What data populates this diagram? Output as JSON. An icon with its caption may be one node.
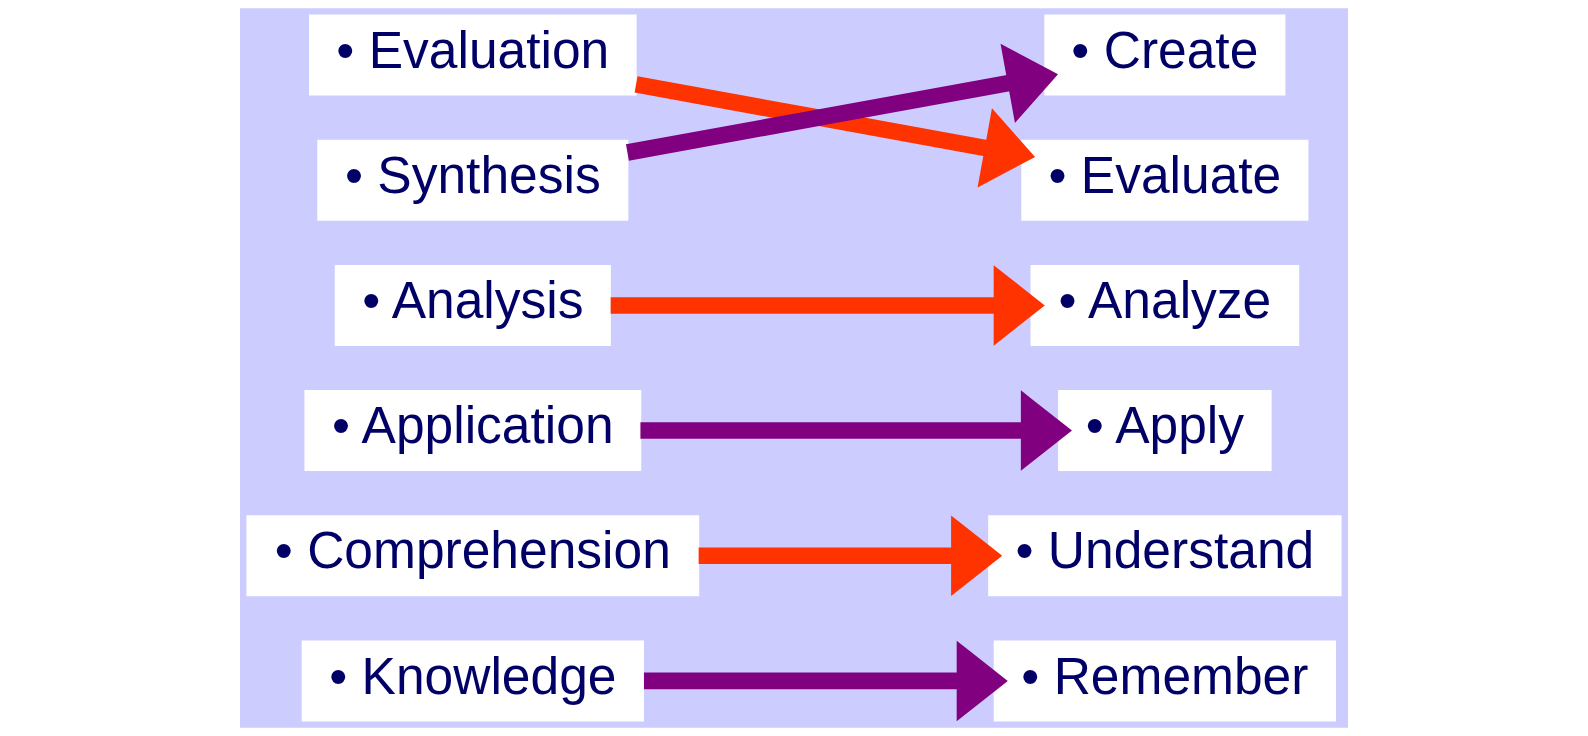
{
  "diagram": {
    "nodes": [
      {
        "text": [
          "• Evaluation"
        ]
      },
      {
        "text": [
          "• Synthesis"
        ]
      },
      {
        "text": [
          "• Analysis"
        ]
      },
      {
        "text": [
          "• Application"
        ]
      },
      {
        "text": [
          "• Comprehension"
        ]
      },
      {
        "text": [
          "• Knowledge"
        ]
      },
      {
        "text": [
          "• Create"
        ]
      },
      {
        "text": [
          "• Evaluate"
        ]
      },
      {
        "text": [
          "• Analyze"
        ]
      },
      {
        "text": [
          "• Apply"
        ]
      },
      {
        "text": [
          "• Understand"
        ]
      },
      {
        "text": [
          "• Remember"
        ]
      }
    ],
    "edges": [
      {
        "from": 1,
        "to": 6,
        "arrow": "to",
        "color": "#800080"
      },
      {
        "from": 0,
        "to": 7,
        "arrow": "to",
        "color": "#ff3300"
      },
      {
        "from": 2,
        "to": 8,
        "arrow": "to",
        "color": "#ff3300"
      },
      {
        "from": 3,
        "to": 9,
        "arrow": "to",
        "color": "#800080"
      },
      {
        "from": 4,
        "to": 10,
        "arrow": "to",
        "color": "#ff3300"
      },
      {
        "from": 5,
        "to": 11,
        "arrow": "to",
        "color": "#800080"
      }
    ]
  }
}
